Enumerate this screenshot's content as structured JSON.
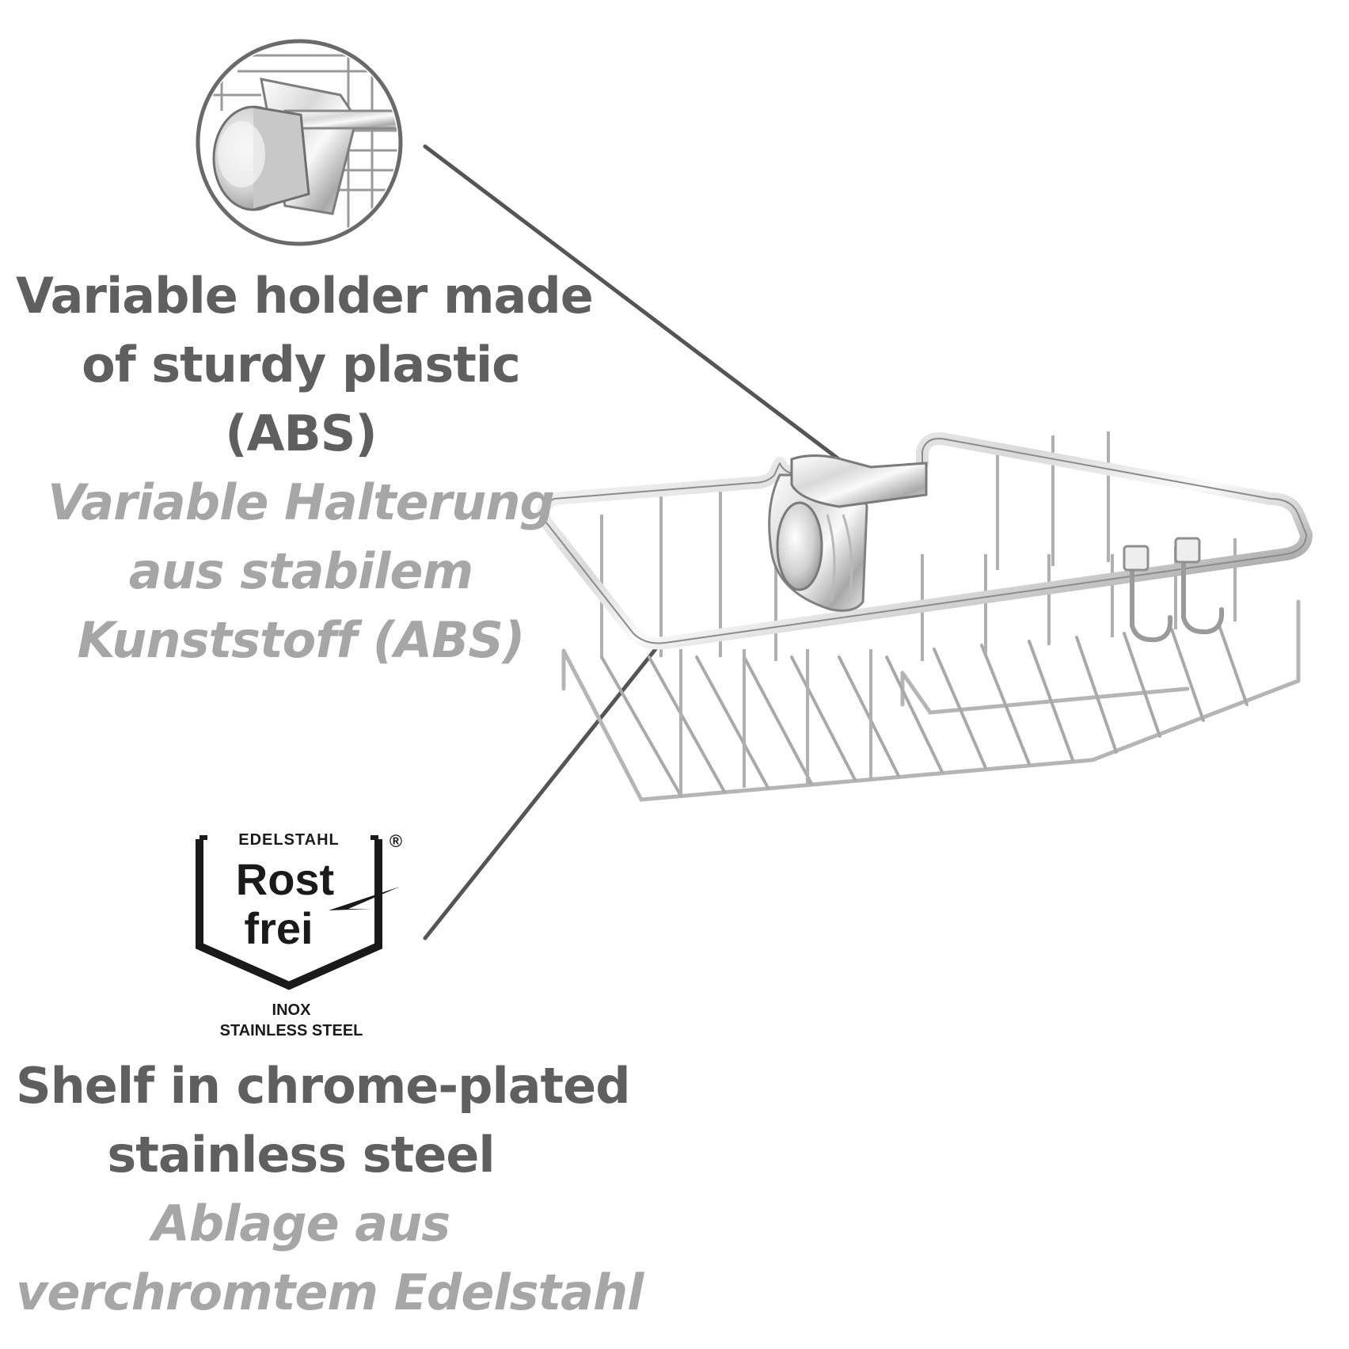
{
  "holder_feature": {
    "english": [
      "Variable holder made",
      "of sturdy plastic",
      "(ABS)"
    ],
    "german": [
      "Variable Halterung",
      "aus stabilem",
      "Kunststoff (ABS)"
    ]
  },
  "badge": {
    "brand_top": "EDELSTAHL",
    "registered_mark": "®",
    "word_1": "Rost",
    "word_2": "frei",
    "sub_1": "INOX",
    "sub_2": "STAINLESS STEEL"
  },
  "shelf_feature": {
    "english": [
      "Shelf in chrome-plated",
      "stainless steel"
    ],
    "german": [
      "Ablage aus",
      "verchromtem Edelstahl"
    ]
  },
  "colors": {
    "english_text": "#5f5f5f",
    "german_text": "#a6a6a6",
    "leader_line": "#555555",
    "chrome_light": "#f2f2f2",
    "chrome_dark": "#9a9a9a"
  }
}
